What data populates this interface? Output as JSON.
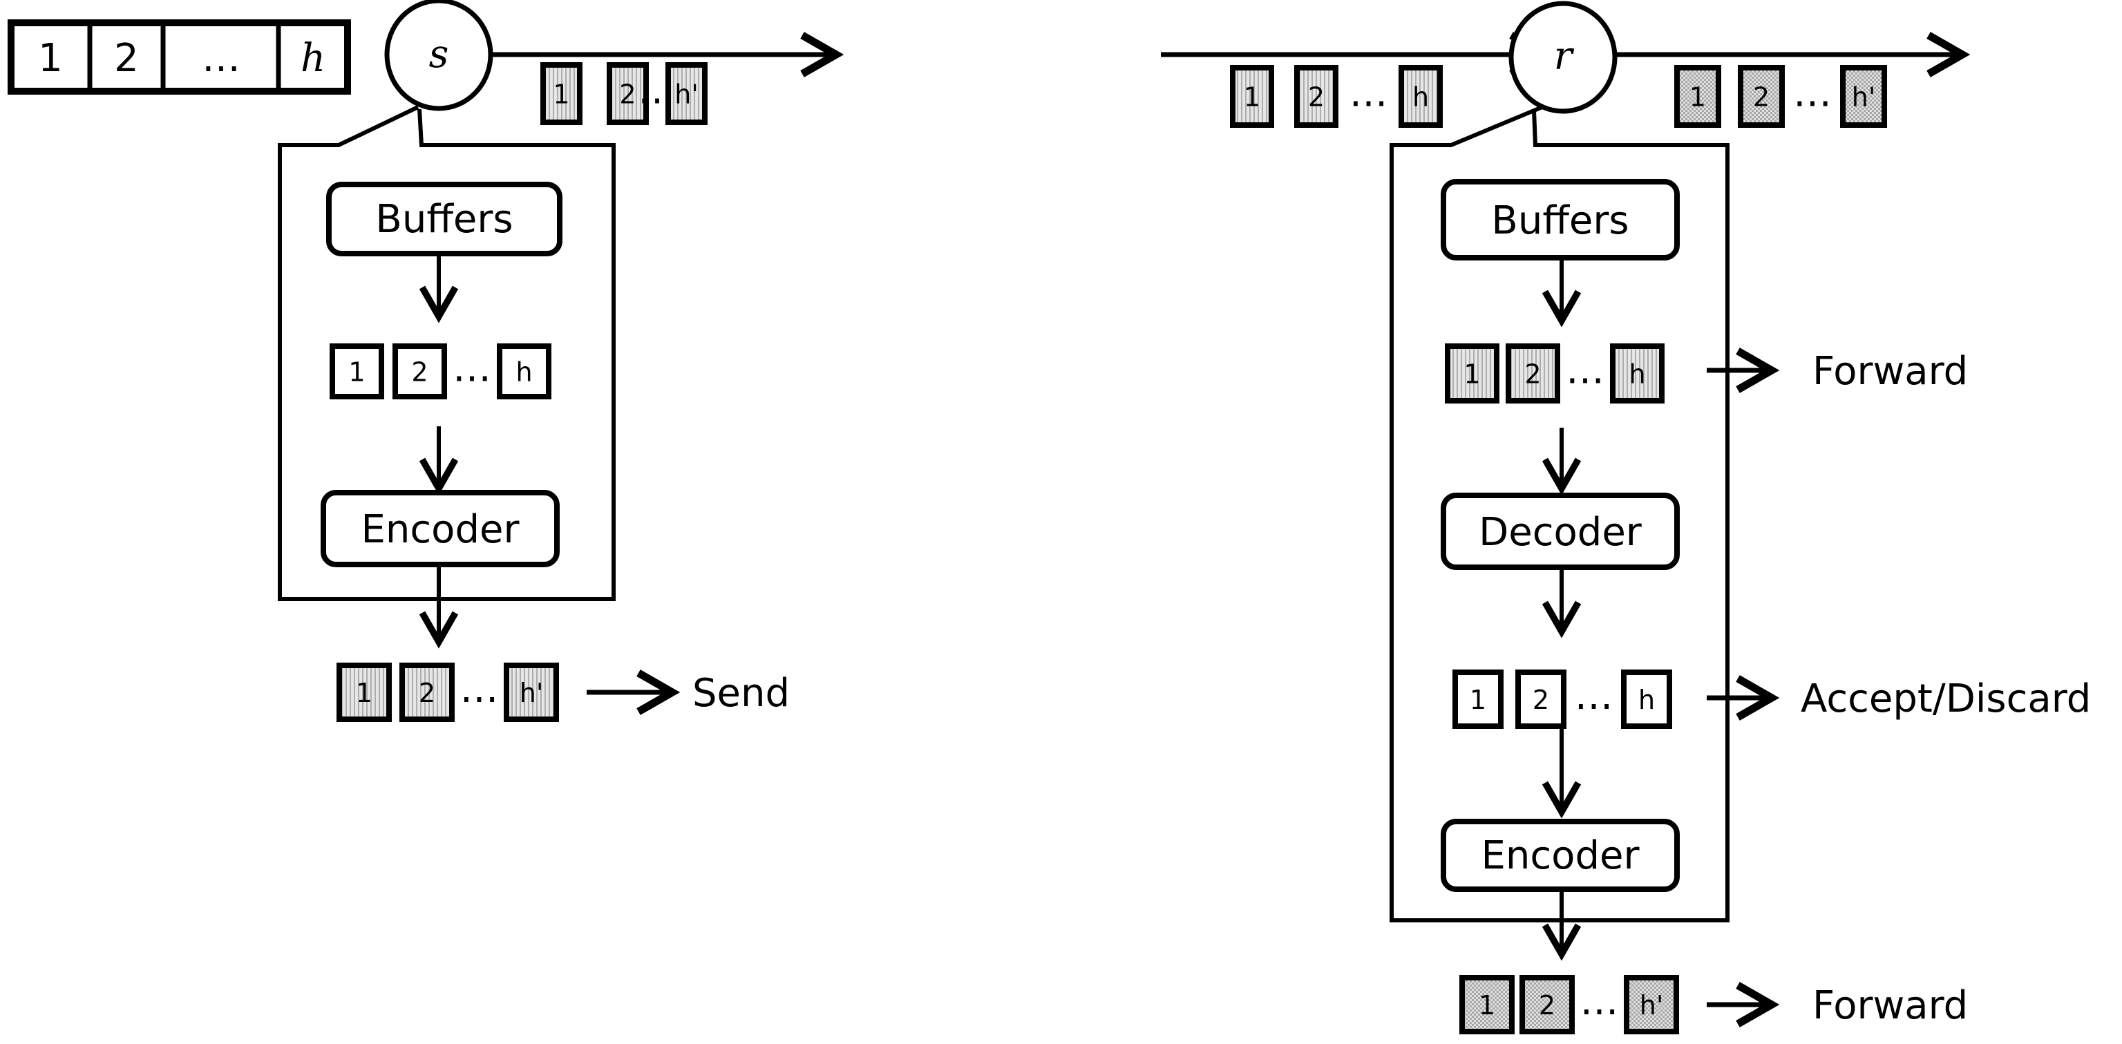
{
  "source_queue": {
    "cells": [
      "1",
      "2",
      "…",
      "h"
    ]
  },
  "sender": {
    "node_label": "s",
    "out_packets": {
      "labels": [
        "1",
        "2",
        "h'"
      ],
      "style": "encoded"
    },
    "buffers_label": "Buffers",
    "buffer_packets": {
      "labels": [
        "1",
        "2",
        "h"
      ],
      "style": "plain"
    },
    "encoder_label": "Encoder",
    "encoded_packets": {
      "labels": [
        "1",
        "2",
        "h'"
      ],
      "style": "encoded"
    },
    "action_label": "Send"
  },
  "relay": {
    "node_label": "r",
    "in_packets": {
      "labels": [
        "1",
        "2",
        "h"
      ],
      "style": "encoded"
    },
    "out_packets": {
      "labels": [
        "1",
        "2",
        "h'"
      ],
      "style": "recoded"
    },
    "buffers_label": "Buffers",
    "buffer_packets": {
      "labels": [
        "1",
        "2",
        "h"
      ],
      "style": "encoded"
    },
    "forward_label_1": "Forward",
    "decoder_label": "Decoder",
    "decoded_packets": {
      "labels": [
        "1",
        "2",
        "h"
      ],
      "style": "plain"
    },
    "accept_label": "Accept/Discard",
    "encoder_label": "Encoder",
    "recoded_packets": {
      "labels": [
        "1",
        "2",
        "h'"
      ],
      "style": "recoded"
    },
    "forward_label_2": "Forward"
  },
  "ellipsis": "…",
  "colors": {
    "stroke": "#000000",
    "packet_fill": "#d9d9d9"
  }
}
